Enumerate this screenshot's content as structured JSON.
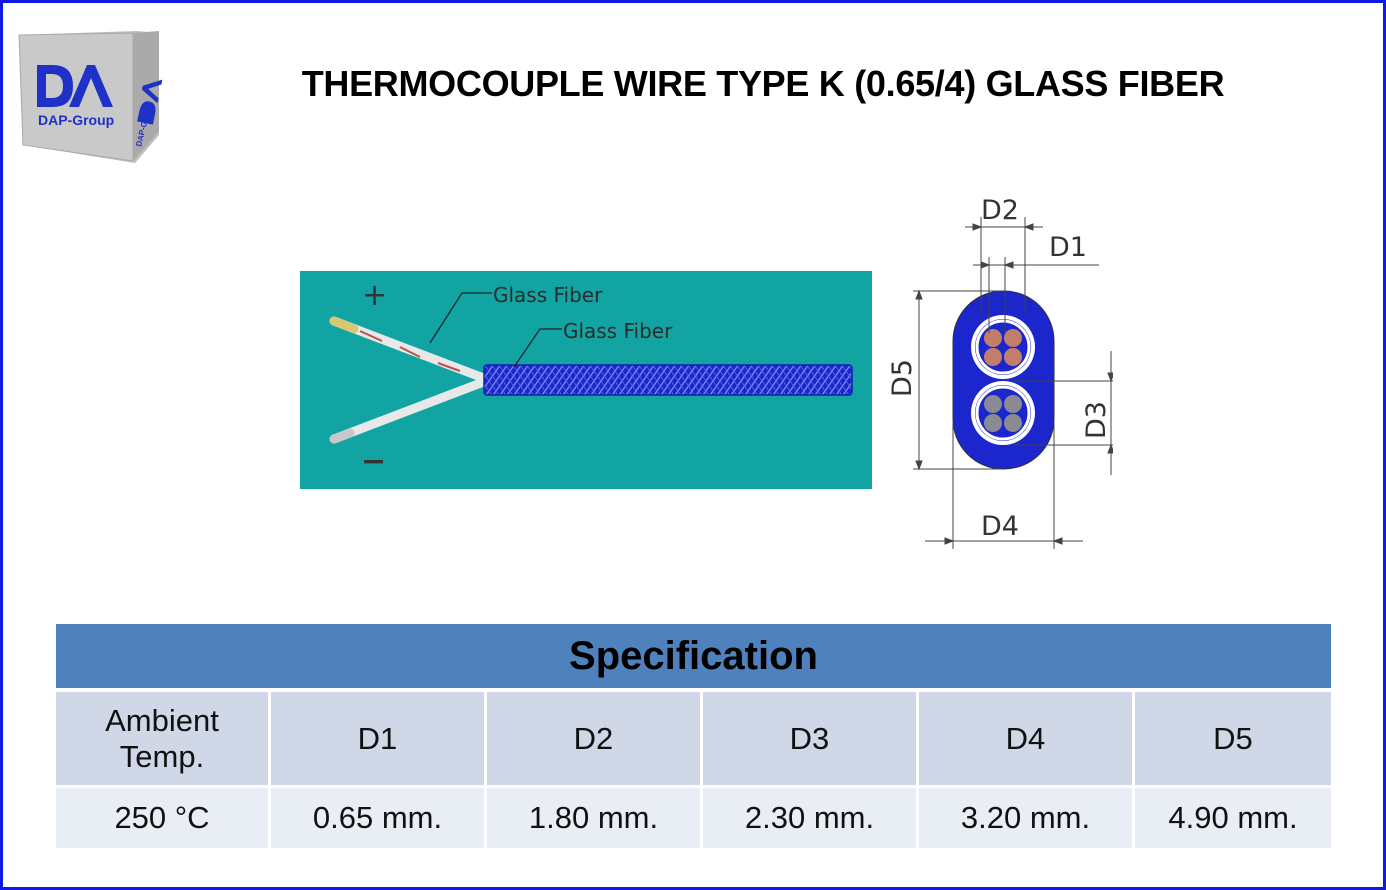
{
  "logo": {
    "text_front": "DAP-Group",
    "text_side": "DAP-Group",
    "brand_color": "#1f31c7"
  },
  "title": "THERMOCOUPLE WIRE TYPE K (0.65/4) GLASS FIBER",
  "diagram": {
    "plus_label": "+",
    "minus_label": "−",
    "label_inner": "Glass Fiber",
    "label_outer": "Glass Fiber",
    "panel_color": "#12a3a3",
    "sheath_color": "#1b26cc",
    "dims": {
      "d1": "D1",
      "d2": "D2",
      "d3": "D3",
      "d4": "D4",
      "d5": "D5"
    }
  },
  "spec": {
    "title": "Specification",
    "headers": [
      "Ambient\nTemp.",
      "D1",
      "D2",
      "D3",
      "D4",
      "D5"
    ],
    "values": [
      "250 °C",
      "0.65 mm.",
      "1.80 mm.",
      "2.30 mm.",
      "3.20 mm.",
      "4.90 mm."
    ]
  }
}
